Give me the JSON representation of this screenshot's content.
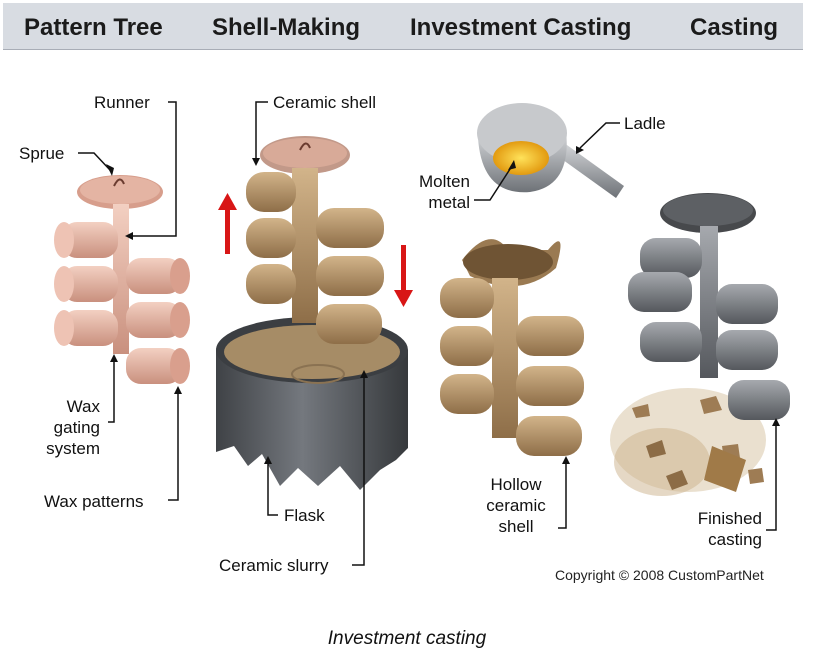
{
  "header": {
    "stages": [
      "Pattern Tree",
      "Shell-Making",
      "Investment Casting",
      "Casting"
    ]
  },
  "labels": {
    "runner": "Runner",
    "sprue": "Sprue",
    "wax_gating_line1": "Wax",
    "wax_gating_line2": "gating",
    "wax_gating_line3": "system",
    "wax_patterns": "Wax patterns",
    "ceramic_shell": "Ceramic shell",
    "flask": "Flask",
    "ceramic_slurry": "Ceramic slurry",
    "ladle": "Ladle",
    "molten_line1": "Molten",
    "molten_line2": "metal",
    "hollow_line1": "Hollow",
    "hollow_line2": "ceramic",
    "hollow_line3": "shell",
    "finished_line1": "Finished",
    "finished_line2": "casting"
  },
  "copyright": "Copyright © 2008 CustomPartNet",
  "caption": "Investment casting",
  "colors": {
    "wax": "#e6b3a2",
    "ceramic": "#b9966a",
    "flask": "#5a5e63",
    "slurry": "#a8906c",
    "metal": "#7c7f84",
    "molten": "#f2b21d",
    "arrow": "#d81616",
    "header_bg": "#d8dce2"
  }
}
